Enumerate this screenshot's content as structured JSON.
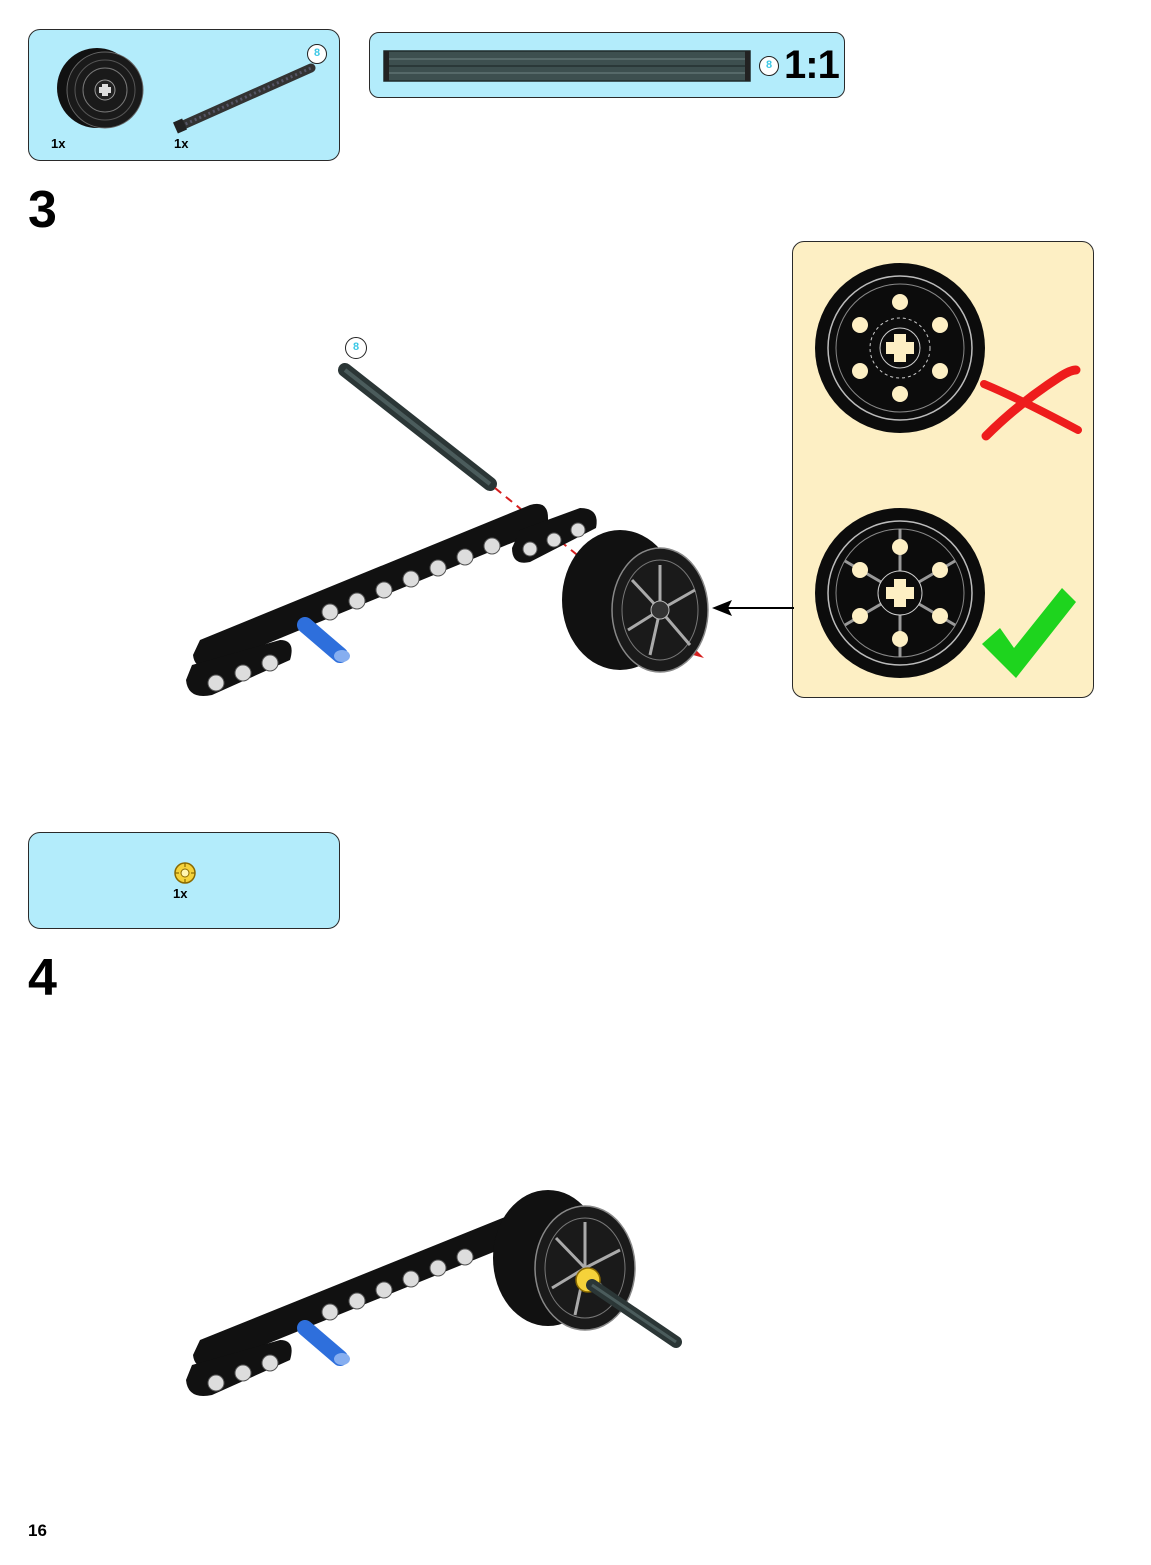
{
  "page_number": "16",
  "steps": [
    {
      "number": "3",
      "parts": [
        {
          "name": "wheel-hub",
          "qty": "1x"
        },
        {
          "name": "axle",
          "qty": "1x",
          "length_badge": "8"
        }
      ],
      "scale": {
        "length_badge": "8",
        "ratio": "1:1"
      },
      "callout_badge": "8"
    },
    {
      "number": "4",
      "parts": [
        {
          "name": "bush",
          "qty": "1x"
        }
      ]
    }
  ],
  "colors": {
    "parts_box": "#b3ecfb",
    "callout_bg": "#fdefc4",
    "wrong_mark": "#ee1c1c",
    "right_mark": "#1ed41e",
    "pin_blue": "#2e6fdc",
    "bush_yellow": "#f5d23a",
    "axle_grey": "#3b4a4a"
  }
}
